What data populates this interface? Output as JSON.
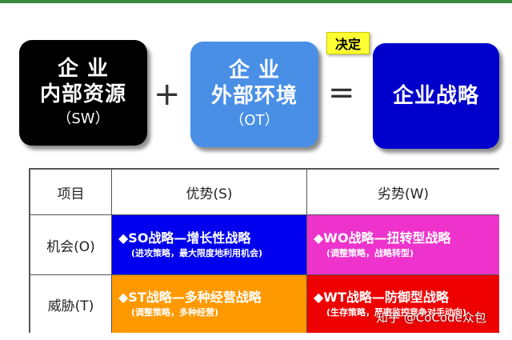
{
  "internal_box": {
    "line1": "企 业",
    "line2": "内部资源",
    "line3": "（SW）",
    "color": "#000000"
  },
  "external_box": {
    "line1": "企 业",
    "line2": "外部环境",
    "line3": "（OT）",
    "color": "#4a8fe6"
  },
  "strategy_box": {
    "line1": "企业战略",
    "color": "#0000cc"
  },
  "operators": {
    "plus": "+",
    "equals": "="
  },
  "decide_tag": "决定",
  "table": {
    "header": {
      "item": "项目",
      "strengths": "优势(S)",
      "weaknesses": "劣势(W)"
    },
    "rows": [
      {
        "label": "机会(O)",
        "left": {
          "title": "◆SO战略—增长性战略",
          "note": "(进攻策略，最大限度地利用机会)",
          "color": "#0000ee"
        },
        "right": {
          "title": "◆WO战略—扭转型战略",
          "note": "(调整策略，战略转型)",
          "color": "#ee33cc"
        }
      },
      {
        "label": "威胁(T)",
        "left": {
          "title": "◆ST战略—多种经营战略",
          "note": "(调整策略，多种经营)",
          "color": "#ff9900"
        },
        "right": {
          "title": "◆WT战略—防御型战略",
          "note": "(生存策略，严密监控竞争对手动向)",
          "color": "#ee0000"
        }
      }
    ]
  },
  "watermark": "知乎 @CoCode众包"
}
